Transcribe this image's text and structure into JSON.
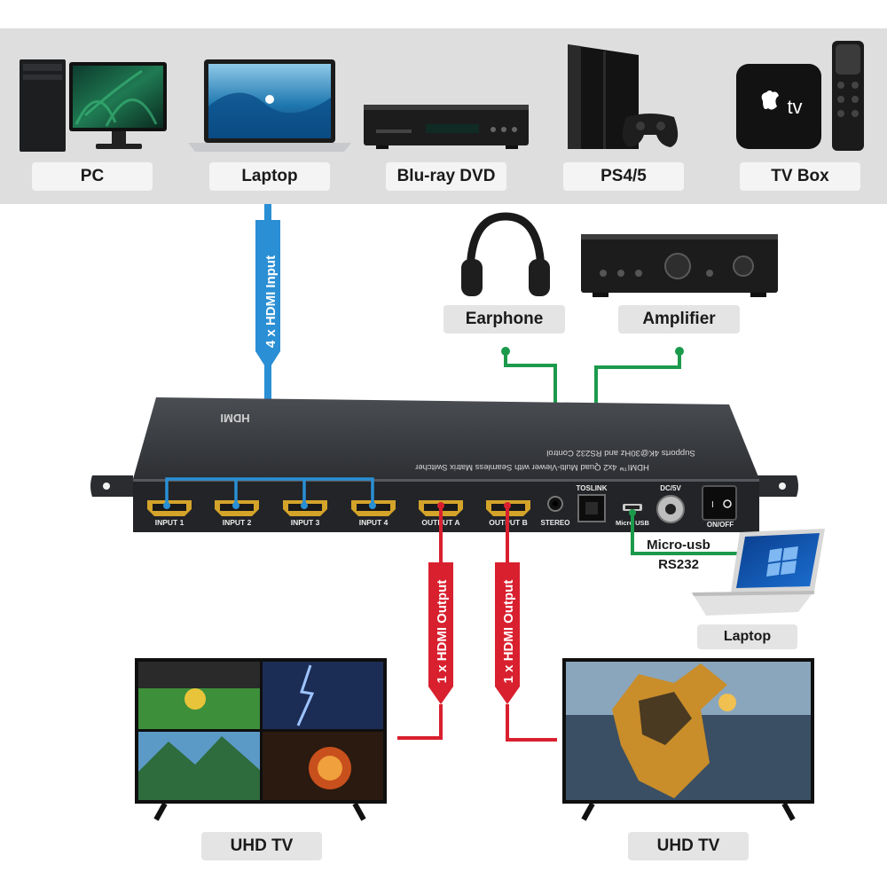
{
  "sources": {
    "pc": "PC",
    "laptop": "Laptop",
    "bluray": "Blu-ray DVD",
    "ps": "PS4/5",
    "tvbox": "TV Box",
    "tvbox_brand": "tv"
  },
  "audio": {
    "earphone": "Earphone",
    "amplifier": "Amplifier"
  },
  "cables": {
    "input": "4 x HDMI Input",
    "output_1": "1 x HDMI Output",
    "output_2": "1 x HDMI Output"
  },
  "device": {
    "brand": "HDMI",
    "line1": "HDMI™ 4x2 Quad Multi-Viewer with Seamless Matrix Switcher",
    "line2": "Supports 4K@30Hz and RS232 Control",
    "ports": {
      "input1": "INPUT 1",
      "input2": "INPUT 2",
      "input3": "INPUT 3",
      "input4": "INPUT 4",
      "outputA": "OUTPUT A",
      "outputB": "OUTPUT B",
      "stereo": "STEREO",
      "toslink": "TOSLINK",
      "microusb": "Micro USB",
      "dc": "DC/5V",
      "onoff": "ON/OFF"
    }
  },
  "control": {
    "micro_usb": "Micro-usb",
    "rs232": "RS232",
    "laptop": "Laptop"
  },
  "displays": {
    "tv1": "UHD TV",
    "tv2": "UHD TV"
  },
  "colors": {
    "input_blue": "#2a8fd4",
    "output_red": "#d9202f",
    "audio_green": "#1c9a4c"
  }
}
